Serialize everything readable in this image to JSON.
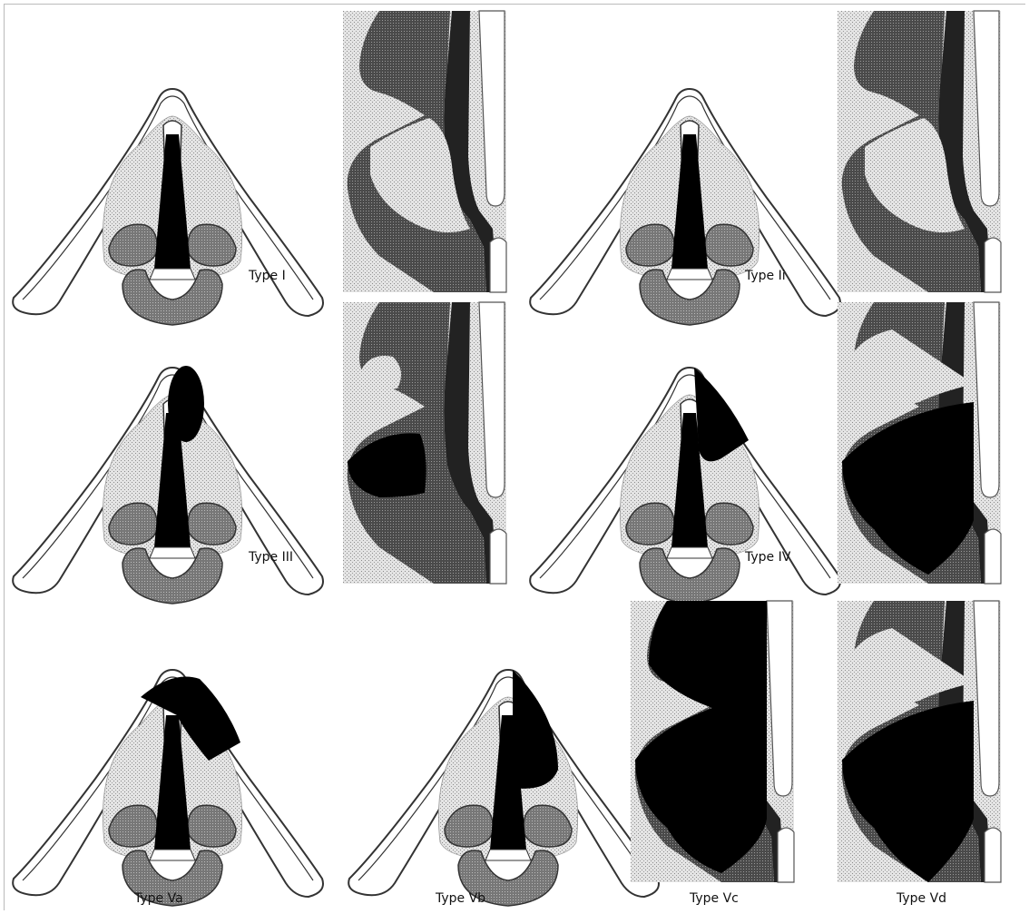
{
  "labels": {
    "type_1": "Type I",
    "type_2": "Type Ii",
    "type_3": "Type III",
    "type_4": "Type IV",
    "type_5a": "Type Va",
    "type_5b": "Type Vb",
    "type_5c": "Type Vc",
    "type_5d": "Type Vd"
  },
  "colors": {
    "outline": "#333333",
    "tumor": "#000000",
    "mucosa_stipple": "#c8c8c8",
    "cartilage_grey": "#7a7a7a",
    "dark_tissue": "#2a2a2a",
    "bone_white": "#ffffff"
  }
}
